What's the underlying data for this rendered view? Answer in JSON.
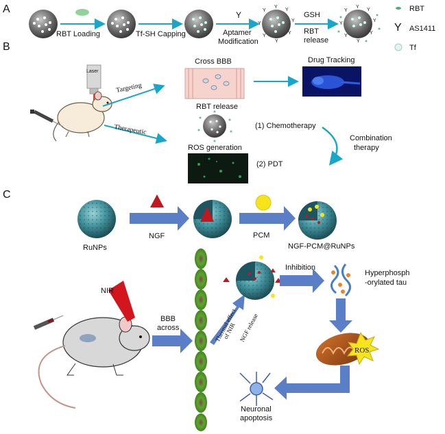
{
  "panels": {
    "a": {
      "label": "A"
    },
    "b": {
      "label": "B"
    },
    "c": {
      "label": "C"
    }
  },
  "panel_a": {
    "step1": "RBT Loading",
    "step2": "Tf-SH Capping",
    "step3_line1": "Aptamer",
    "step3_line2": "Modification",
    "step4_line1": "GSH",
    "step4_line2": "RBT",
    "step4_line3": "release",
    "legend": {
      "rbt": "RBT",
      "as1411": "AS1411",
      "tf": "Tf"
    }
  },
  "panel_b": {
    "laser": "Laser",
    "targeting": "Targeting",
    "therapeutic": "Therapeutic",
    "cross_bbb": "Cross BBB",
    "drug_tracking": "Drug Tracking",
    "rbt_release": "RBT release",
    "ros_generation": "ROS generation",
    "chemo": "(1) Chemotherapy",
    "pdt": "(2) PDT",
    "combination_line1": "Combination",
    "combination_line2": "therapy"
  },
  "panel_c": {
    "runps": "RuNPs",
    "ngf": "NGF",
    "pcm": "PCM",
    "product": "NGF-PCM@RuNPs",
    "nir": "NIR",
    "bbb_line1": "BBB",
    "bbb_line2": "across",
    "thermal_line1": "Thermal effect",
    "thermal_line2": "of NIR",
    "ngf_release": "NGF release",
    "inhibition": "Inhibition",
    "tau_line1": "Hyperphosph",
    "tau_line2": "-orylated tau",
    "ros": "ROS",
    "neuronal_line1": "Neuronal",
    "neuronal_line2": "apoptosis"
  },
  "colors": {
    "teal_arrow": "#1aa6c8",
    "blue_arrow": "#5b7fc7",
    "red_triangle": "#c0181f",
    "yellow": "#f6e51c",
    "bbb_cell": "#6fb23a"
  }
}
